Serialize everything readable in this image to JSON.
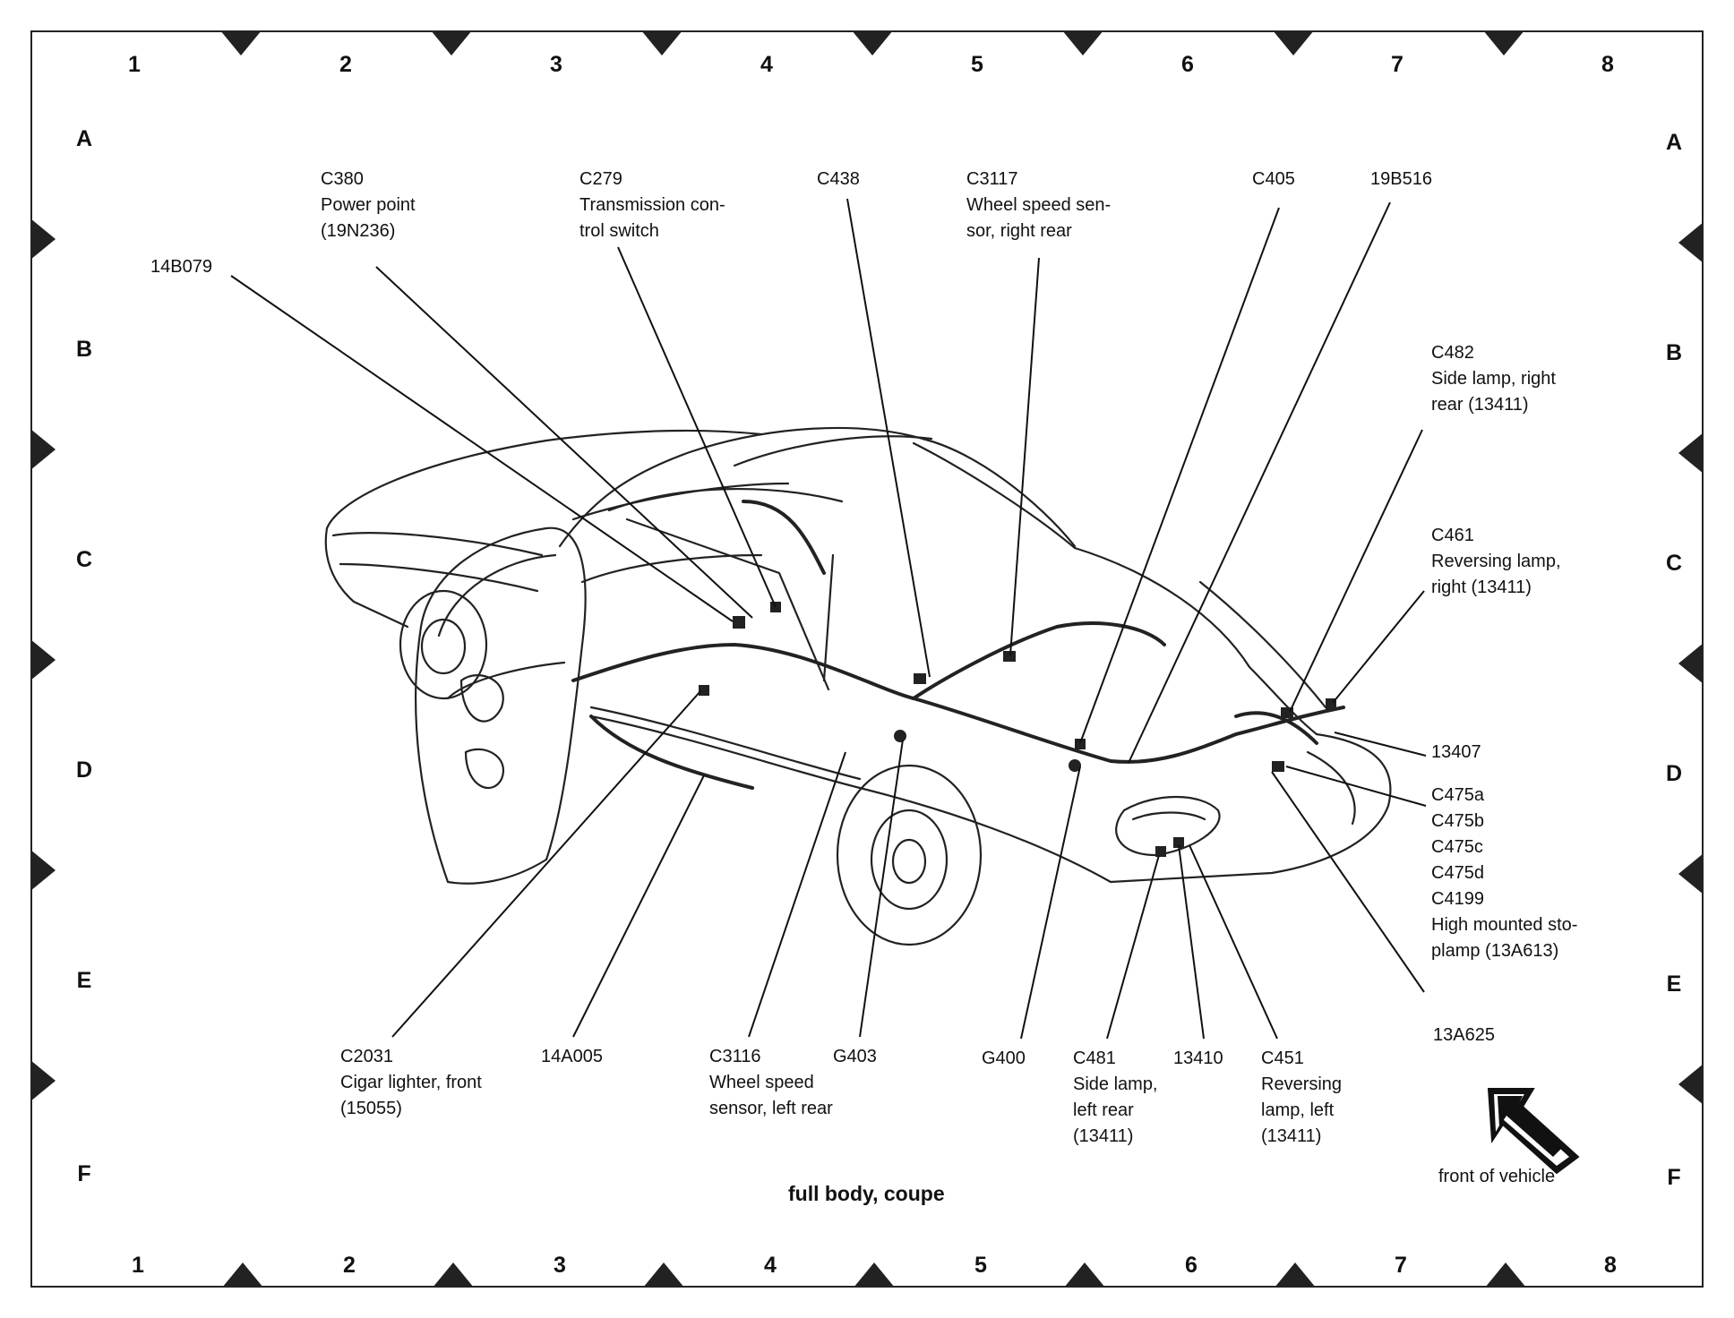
{
  "grid": {
    "columns": [
      "1",
      "2",
      "3",
      "4",
      "5",
      "6",
      "7",
      "8"
    ],
    "rows": [
      "A",
      "B",
      "C",
      "D",
      "E",
      "F"
    ]
  },
  "caption": "full body, coupe",
  "front_of_vehicle": "front of vehicle",
  "labels": {
    "l14b079": "14B079",
    "c380": "C380\nPower point\n(19N236)",
    "c279": "C279\nTransmission con-\ntrol switch",
    "c438": "C438",
    "c3117": "C3117\nWheel speed sen-\nsor, right rear",
    "c405": "C405",
    "l19b516": "19B516",
    "c482": "C482\nSide lamp, right\nrear (13411)",
    "c461": "C461\nReversing lamp,\nright (13411)",
    "l13407": "13407",
    "c475": "C475a\nC475b\nC475c\nC475d\nC4199\nHigh mounted sto-\nplamp (13A613)",
    "l13a625": "13A625",
    "c2031": "C2031\nCigar lighter, front\n(15055)",
    "l14a005": "14A005",
    "c3116": "C3116\nWheel speed\nsensor, left rear",
    "g403": "G403",
    "g400": "G400",
    "c481": "C481\nSide lamp,\nleft rear\n(13411)",
    "l13410": "13410",
    "c451": "C451\nReversing\nlamp, left\n(13411)"
  }
}
